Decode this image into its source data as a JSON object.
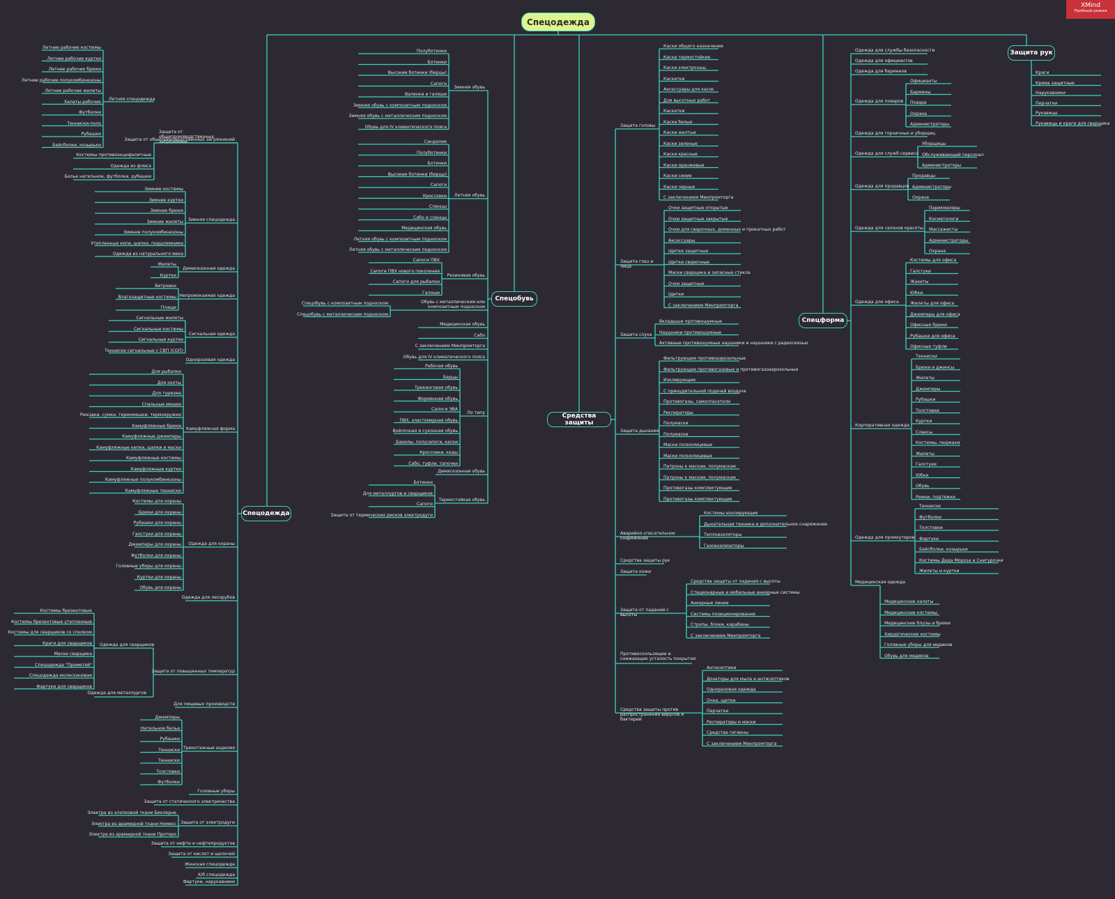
{
  "colors": {
    "background": "#2c2932",
    "line": "#3ed3c2",
    "root": "#dcf58e",
    "badge": "#c8323a"
  },
  "badge": {
    "title": "XMind",
    "subtitle": "Пробный режим"
  },
  "root": "Спецодежда",
  "main": {
    "spec": "Спецодежда",
    "obuv": "Спецобувь",
    "szi": "Средства защиты",
    "forma": "Спецформа",
    "ruk": "Защита рук"
  },
  "spec": {
    "g1": {
      "label": "Защита от общепроизводственных загрязнений",
      "letnyaya": {
        "label": "Летняя спецодежда",
        "items": [
          "Летние рабочие костюмы",
          "Летние рабочие куртки",
          "Летние рабочие брюки",
          "Летние рабочие полукомбинезоны",
          "Летние рабочие жилеты",
          "Халаты рабочие",
          "Футболки",
          "Тенниски-поло",
          "Рубашки",
          "Бейсболки, козырьки"
        ]
      },
      "items": [
        "Костюмы противоэнцефалитные",
        "Одежда из флиса",
        "Белье нательное, футболки, рубашки"
      ]
    },
    "zimnyaya": {
      "label": "Зимняя спецодежда",
      "items": [
        "Зимние костюмы",
        "Зимние куртки",
        "Зимние брюки",
        "Зимние жилеты",
        "Зимние полукомбинезоны",
        "Утепленные кепи, шапки, подшлемники",
        "Одежда из натурального меха"
      ]
    },
    "demi": {
      "label": "Демисезонная одежда",
      "items": [
        "Жилеты",
        "Куртки"
      ]
    },
    "nepromok": {
      "label": "Непромокаемая одежда",
      "items": [
        "Ветровки",
        "Влагозащитные костюмы",
        "Плащи"
      ]
    },
    "signal": {
      "label": "Сигнальная одежда",
      "items": [
        "Сигнальные жилеты",
        "Сигнальные костюмы",
        "Сигнальные куртки",
        "Тенниски сигнальные с СВП (СОП)"
      ]
    },
    "odnoraz": "Одноразовая одежда",
    "kamuf": {
      "label": "Камуфляжная форма",
      "items": [
        "Для рыбалки",
        "Для охоты",
        "Для туризма",
        "Спальные мешки",
        "Рюкзаки, сумки, термомешки, термокружки",
        "Камуфляжные брюки",
        "Камуфляжные джемперы",
        "Камуфляжные кепки, шапки и маски",
        "Камуфляжные костюмы",
        "Камуфляжные куртки",
        "Камуфляжные полукомбинезоны",
        "Камуфляжные тенниски"
      ]
    },
    "ohrana": {
      "label": "Одежда для охраны",
      "items": [
        "Костюмы для охраны",
        "Брюки для охраны",
        "Рубашки для охраны",
        "Галстуки для охраны",
        "Джемперы для охраны",
        "Футболки для охраны",
        "Головные уборы для охраны",
        "Куртки для охраны",
        "Обувь для охраны"
      ]
    },
    "lesoruby": "Одежда для лесорубов",
    "vystemp": {
      "label": "Защита от повышенных температур",
      "svarshchiki": {
        "label": "Одежда для сварщиков",
        "items": [
          "Костюмы брезентовые",
          "Костюмы брезентовые утепленные",
          "Костюмы для сварщиков со спилком",
          "Краги для сварщиков",
          "Маски сварщика",
          "Спецодежда \"Прометей\"",
          "Спецодежда молескиновая",
          "Фартуки для сварщиков"
        ]
      },
      "metallurgi": "Одежда для металлургов"
    },
    "pishch": "Для пищевых производств",
    "trikot": {
      "label": "Трикотажные изделия",
      "items": [
        "Джемперы",
        "Нательное белье",
        "Рубашки",
        "Тенниски",
        "Тенниски",
        "Толстовки",
        "Футболки"
      ]
    },
    "golov": "Головные уборы",
    "statik": "Защита от статического электричества",
    "elektro": {
      "label": "Защита от электродуги",
      "items": [
        "Электра из хлопковой ткани Биолерне",
        "Электра из арамидной ткани Номекс",
        "Электра из арамидной ткани Протеро"
      ]
    },
    "neft": "Защита от нефти и нефтепродуктов",
    "kislot": "Защита от кислот и щелочей",
    "zhensk": "Женская спецодежда",
    "hb": "Х/б спецодежда",
    "fartuki": "Фартуки, нарукавники"
  },
  "obuv": {
    "zimnyaya": {
      "label": "Зимняя обувь",
      "items": [
        "Полуботинки",
        "Ботинки",
        "Высокие ботинки (берцы)",
        "Сапоги",
        "Валенки и галоши",
        "Зимняя обувь с композитным подноском",
        "Зимняя обувь с металлическим подноском",
        "Обувь для IV климатического пояса"
      ]
    },
    "letnyaya": {
      "label": "Летняя обувь",
      "items": [
        "Сандалии",
        "Полуботинки",
        "Ботинки",
        "Высокие ботинки (берцы)",
        "Сапоги",
        "Кроссовки",
        "Сланцы",
        "Сабо и сланцы",
        "Медицинская обувь",
        "Летняя обувь с композитным подноском",
        "Летняя обувь с металлическим подноском"
      ]
    },
    "rezin": {
      "label": "Резиновая обувь",
      "items": [
        "Сапоги ПВХ",
        "Сапоги ПВХ нового поколения",
        "Сапоги для рыбалки",
        "Галоши"
      ]
    },
    "podnosok": {
      "label": "Обувь с металлическим или композитным подноском",
      "items": [
        "Спецобувь с композитным подноском",
        "Спецобувь с металлическим подноском"
      ]
    },
    "simple": [
      "Медицинская обувь",
      "Сабо",
      "С заключением Минпромторга",
      "Обувь для IV климатического пояса"
    ],
    "potipu": {
      "label": "По типу",
      "items": [
        "Рабочая обувь",
        "Берцы",
        "Трекинговая обувь",
        "Форменная обувь",
        "Сапоги ЭВА",
        "ПВХ, эластомерная обувь",
        "Войлочная и суконная обувь",
        "Бахилы, полусапоги, каски",
        "Кроссовки, кеды",
        "Сабо, туфли, тапочки"
      ]
    },
    "demi": "Демисезонная обувь",
    "termo": {
      "label": "Термостойкая обувь",
      "items": [
        "Ботинки",
        "Для металлургов и сварщиков",
        "Сапоги",
        "Защита от термических рисков электродуги"
      ]
    }
  },
  "szi": {
    "golova": {
      "label": "Защита головы",
      "items": [
        "Каски общего назначения",
        "Каски термостойкие",
        "Каски электрозащ.",
        "Каскетки",
        "Аксессуары для касок",
        "Для высотных работ",
        "Каскетки",
        "Каски белые",
        "Каски желтые",
        "Каски зеленые",
        "Каски красные",
        "Каски оранжевые",
        "Каски синие",
        "Каски черные",
        "С заключением Минпромторга"
      ]
    },
    "glaza": {
      "label": "Защита глаз и лица",
      "items": [
        "Очки защитные открытые",
        "Очки защитные закрытые",
        "Очки для сварочных, доменных и прокатных работ",
        "Аксессуары",
        "Щитки защитные",
        "Щитки сварочные",
        "Маски сварщика и запасные стекла",
        "Очки защитные",
        "Щитки",
        "С заключением Минпромторга"
      ]
    },
    "sluh": {
      "label": "Защита слуха",
      "items": [
        "Вкладыши противошумные",
        "Наушники противошумные",
        "Активные противошумные наушники и наушники с радиосвязью"
      ]
    },
    "dyhanie": {
      "label": "Защита дыхания",
      "items": [
        "Фильтрующие противоаэрозольные",
        "Фильтрующие противогазовые и противогазоаэрозольные",
        "Изолирующие",
        "С принудительной подачей воздуха",
        "Противогазы, самоспасатели",
        "Респираторы",
        "Полумаски",
        "Полумаски",
        "Маски полнолицевые",
        "Маски полнолицевые",
        "Патроны к маскам, полумаскам",
        "Патроны к маскам, полумаскам",
        "Противогазы комплектующие",
        "Противогазы комплектующие"
      ]
    },
    "avar": {
      "label": "Аварийно-спасательное снаряжение",
      "items": [
        "Костюмы изолирующие",
        "Дыхательная техника и дополнительное снаряжение",
        "Теплоизоляторы",
        "Газоанализаторы"
      ]
    },
    "ruk": "Средства защиты рук",
    "kozha": "Защита кожи",
    "vysota": {
      "label": "Защита от падений с высоты",
      "items": [
        "Средства защиты от падения с высоты",
        "Стационарные и мобильные анкерные системы",
        "Анкерные линии",
        "Системы позиционирования",
        "Стропы, блоки, карабины",
        "С заключением Минпромторга"
      ]
    },
    "ustalost": "Противоскользящие и снижающие усталость покрытия",
    "virus": {
      "label": "Средства защиты против распространения вирусов и бактерий",
      "items": [
        "Антисептики",
        "Дозаторы для мыла и антисептиков",
        "Одноразовая одежда",
        "Очки, щитки",
        "Перчатки",
        "Респираторы и маски",
        "Средства гигиены",
        "С заключением Минпромторга"
      ]
    }
  },
  "forma": {
    "simple1": [
      "Одежда для службы безопасности",
      "Одежда для официантов",
      "Одежда для барменов"
    ],
    "povara": {
      "label": "Одежда для поваров",
      "items": [
        "Официанты",
        "Бармены",
        "Повара",
        "Охрана",
        "Администраторы"
      ]
    },
    "gornich": "Одежда для горничных и уборщиц",
    "servis": {
      "label": "Одежда для служб сервиса",
      "items": [
        "Уборщицы",
        "Обслуживающий персонал",
        "Администраторы"
      ]
    },
    "prodavcy": {
      "label": "Одежда для продавцов",
      "items": [
        "Продавцы",
        "Администраторы",
        "Охрана"
      ]
    },
    "krasota": {
      "label": "Одежда для салонов красоты",
      "items": [
        "Парикмахеры",
        "Косметологи",
        "Массажисты",
        "Администраторы",
        "Охрана"
      ]
    },
    "ofis": {
      "label": "Одежда для офиса",
      "items": [
        "Костюмы для офиса",
        "Галстуки",
        "Жакеты",
        "Юбки",
        "Жилеты для офиса",
        "Джемперы для офиса",
        "Офисные брюки",
        "Рубашки для офиса",
        "Офисные туфли"
      ]
    },
    "korp": {
      "label": "Корпоративная одежда",
      "items": [
        "Тенниски",
        "Брюки и джинсы",
        "Жилеты",
        "Джемперы",
        "Рубашки",
        "Толстовки",
        "Куртки",
        "Слаксы",
        "Костюмы, пиджаки",
        "Жилеты",
        "Галстуки",
        "Юбки",
        "Обувь",
        "Ремни, подтяжки"
      ]
    },
    "promo": {
      "label": "Одежда для промоутеров",
      "items": [
        "Тенниски",
        "Футболки",
        "Толстовки",
        "Фартуки",
        "Бейсболки, козырьки",
        "Костюмы Деда Мороза и Снегурочки",
        "Жилеты и куртки"
      ]
    },
    "med": {
      "label": "Медицинская одежда",
      "items": [
        "Медицинские халаты",
        "Медицинские костюмы",
        "Медицинские блузы и брюки",
        "Хирургические костюмы",
        "Головные уборы для медиков",
        "Обувь для медиков"
      ]
    }
  },
  "ruk": {
    "items": [
      "Краги",
      "Крема защитные",
      "Нарукавники",
      "Перчатки",
      "Рукавицы",
      "Рукавицы и краги для сварщика"
    ]
  }
}
